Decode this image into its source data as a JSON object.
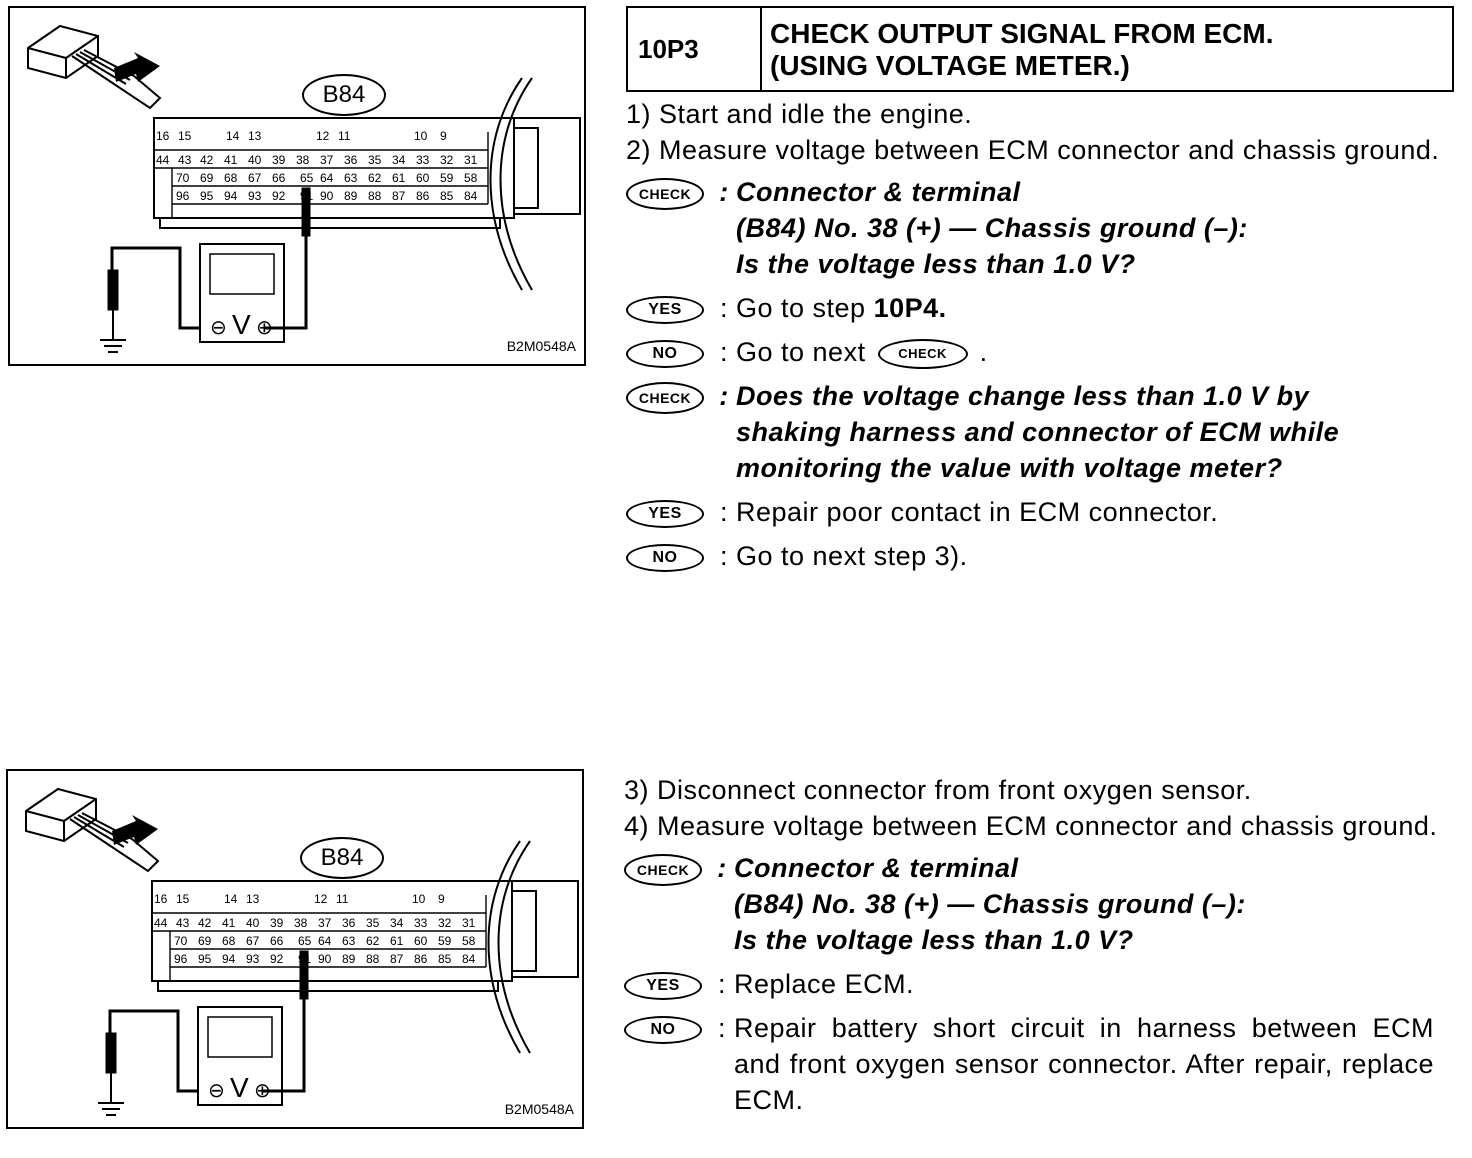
{
  "diagram_top": {
    "connector_label": "B84",
    "figure_code": "B2M0548A",
    "pin_rows": [
      [
        "16",
        "15",
        "",
        "14",
        "13",
        "",
        "",
        "12",
        "11",
        "",
        "10",
        "9"
      ],
      [
        "44",
        "43",
        "42",
        "41",
        "40",
        "39",
        "38",
        "37",
        "36",
        "35",
        "34",
        "33",
        "32",
        "31"
      ],
      [
        "70",
        "69",
        "68",
        "67",
        "66",
        "65",
        "64",
        "63",
        "62",
        "61",
        "60",
        "59",
        "58"
      ],
      [
        "96",
        "95",
        "94",
        "93",
        "92",
        "91",
        "90",
        "89",
        "88",
        "87",
        "86",
        "85",
        "84"
      ]
    ],
    "meter_symbol": "V",
    "minus_symbol": "⊖",
    "plus_symbol": "⊕"
  },
  "diagram_bottom": {
    "connector_label": "B84",
    "figure_code": "B2M0548A",
    "meter_symbol": "V",
    "minus_symbol": "⊖",
    "plus_symbol": "⊕"
  },
  "step": {
    "number": "10P3",
    "title_line1": "CHECK OUTPUT SIGNAL FROM ECM.",
    "title_line2": "(USING VOLTAGE METER.)"
  },
  "section1": {
    "instruction1": "1)  Start and idle the engine.",
    "instruction2": "2)  Measure voltage between ECM connector and chassis ground.",
    "check1_badge": "CHECK",
    "check1_line1": "Connector & terminal",
    "check1_line2": "(B84) No. 38 (+) — Chassis ground (–):",
    "check1_line3": "Is the voltage less than 1.0 V?",
    "yes1_badge": "YES",
    "yes1_text_prefix": "Go to step ",
    "yes1_text_bold": "10P4.",
    "no1_badge": "NO",
    "no1_text": "Go to next",
    "no1_inline_badge": "CHECK",
    "no1_suffix": ".",
    "check2_badge": "CHECK",
    "check2_line1": "Does the voltage change less than 1.0 V by",
    "check2_line2": "shaking harness and connector of ECM while",
    "check2_line3": "monitoring the value with voltage meter?",
    "yes2_badge": "YES",
    "yes2_text": "Repair poor contact in ECM connector.",
    "no2_badge": "NO",
    "no2_text": "Go to next step 3)."
  },
  "section2": {
    "instruction3": "3)  Disconnect connector from front oxygen sensor.",
    "instruction4": "4)  Measure voltage between ECM connector and chassis ground.",
    "check_badge": "CHECK",
    "check_line1": "Connector & terminal",
    "check_line2": "(B84) No. 38 (+) — Chassis ground (–):",
    "check_line3": "Is the voltage less than 1.0 V?",
    "yes_badge": "YES",
    "yes_text": "Replace ECM.",
    "no_badge": "NO",
    "no_text": "Repair battery short circuit in harness between ECM and front oxygen sensor connector. After repair, replace ECM."
  }
}
